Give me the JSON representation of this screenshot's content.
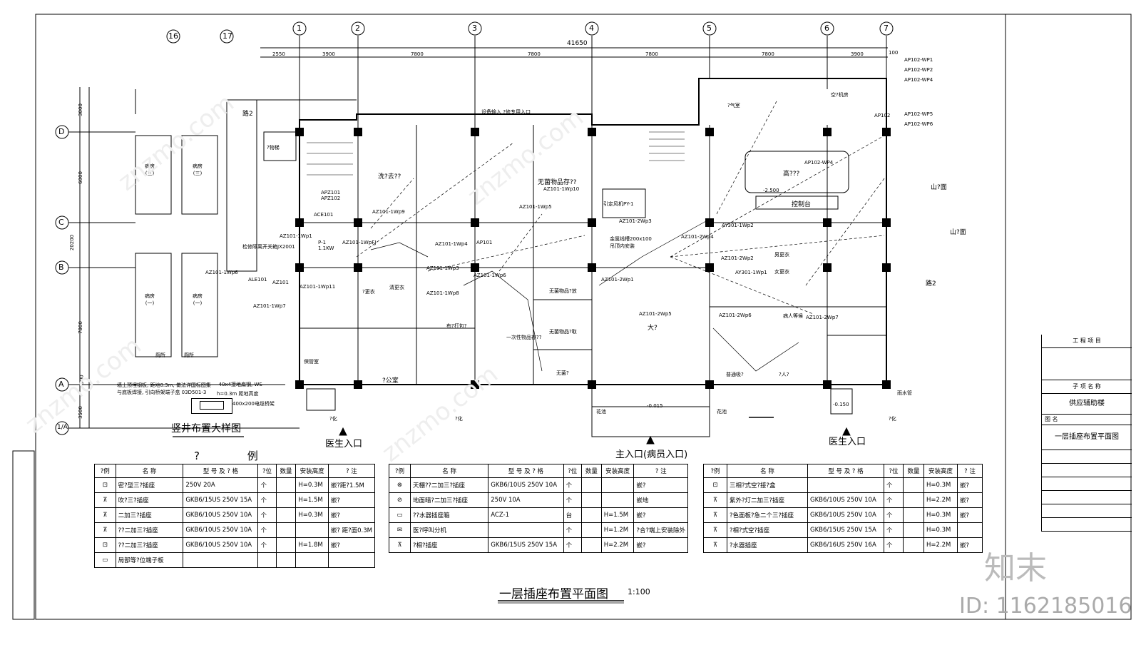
{
  "axes": {
    "top": [
      "16",
      "17",
      "1",
      "2",
      "3",
      "4",
      "5",
      "6",
      "7"
    ],
    "left": [
      "D",
      "C",
      "B",
      "A",
      "1/A"
    ]
  },
  "dims": {
    "total": "41650",
    "top": [
      "2550",
      "3900",
      "7800",
      "7800",
      "7800",
      "7800",
      "3900"
    ],
    "left": [
      "3000",
      "6000",
      "20200",
      "7800",
      "300",
      "3500"
    ],
    "right_tag": "100"
  },
  "rooms": {
    "ward3a": "病房\n(三)",
    "ward3b": "病房\n(三)",
    "ward1a": "病房\n(一)",
    "ward1b": "病房\n(一)",
    "toilet1": "厕所",
    "toilet2": "厕所",
    "road2_top": "路2",
    "road2_right": "路2",
    "shan_top": "山?面",
    "shan_mid": "山?面",
    "cleaning": "洗?去??",
    "sterile_store": "无菌物品存??",
    "highbay": "高???",
    "control": "控制台",
    "hall": "大?",
    "office": "?公室",
    "oneoff_store": "一次性物品存??",
    "sterile_dispense": "无菌物品?放",
    "sterile_fetch": "无菌物品?取",
    "sterile_room": "无菌?",
    "cloth_pack": "布?打包?",
    "wait": "病人等候",
    "men_change": "男更衣",
    "women_change": "女更衣",
    "normal_suck": "普通吸?",
    "entry": "?人?",
    "aircond": "空?机房",
    "security": "保管室",
    "clean_change": "清更衣",
    "change": "?更衣",
    "shaft": "?物梯",
    "gas": "?气室",
    "road_in": "?化",
    "road_in2": "?化",
    "road_in3": "?化",
    "flower": "花池",
    "flower2": "花池",
    "rain": "雨水管",
    "level1": "-0.015",
    "level2": "-0.150",
    "level3": "-2.500"
  },
  "circuits": {
    "ap1": "AP102-WP1",
    "ap2": "AP102-WP2",
    "ap3": "AP102-WP4",
    "ap4": "AP102-WP5",
    "ap5": "AP102-WP6",
    "ap6": "AP102-WP4",
    "ap7": "AP102",
    "az1": "AZ101-1Wp9",
    "az2": "AZ101-1Wp10",
    "az3": "AZ101-1Wp5",
    "az4": "AZ101-1Wp4",
    "az5": "AZ101-1Wp3",
    "az6": "AZ101-1Wp6",
    "az7": "AZ101-1Wp8",
    "az8": "AZ101-1WpFJ",
    "az9": "AZ101-1Wp1",
    "az10": "AZ101-1Wp6",
    "az11": "AZ101-1Wp7",
    "az12": "AZ101-1Wp11",
    "az13": "AZ101-2Wp3",
    "az14": "AZ101-2Wp1",
    "az15": "AZ101-2Wp5",
    "az16": "AZ101-2Wp4",
    "az17": "AZ101-2Wp2",
    "az18": "AZ101-2Wp6",
    "az19": "AZ101-2Wp7",
    "ay1": "AY301-1Wp2",
    "ay2": "AY301-1Wp1",
    "ace": "ACE101",
    "ale": "ALE101",
    "az101": "AZ101",
    "apz": "APZ101\nAPZ102",
    "jx": "检修隔离开关箱JX2001",
    "ap101": "AP101",
    "py": "引定风机PY-1",
    "tray": "金属线槽200x100\n吊顶内安装",
    "equip": "设备输入 ?修专用入口",
    "p1": "P-1\n1.1KW"
  },
  "shaft_notes": {
    "note1": "墙上预埋钢板, 距地0.3m, 做法详国标图集",
    "note2": "   与底板焊接, 引向桥架端子盒 03D501-3",
    "note3": "-40x4接地扁钢, WS",
    "note4": "h=0.3m 距地高度",
    "note5": "400x200电缆桥架",
    "detail_title": "竖井布置大样图"
  },
  "entrances": {
    "doctor1": "医生入口",
    "main": "主入口(病员入口)",
    "doctor2": "医生入口"
  },
  "legend_title": "?              例",
  "legend_headers": [
    "?例",
    "名    称",
    "型 号 及 ? 格",
    "?位",
    "数量",
    "安装高度",
    "?    注"
  ],
  "legend_rows_1": [
    [
      "⊡",
      "密?型三?插座",
      "250V 20A",
      "个",
      "",
      "H=0.3M",
      "嵌?距?1.5M"
    ],
    [
      "⊼",
      "吹?三?插座",
      "GKB6/15US  250V 15A",
      "个",
      "",
      "H=1.5M",
      "嵌?"
    ],
    [
      "⊼",
      "二加三?插座",
      "GKB6/10US  250V 10A",
      "个",
      "",
      "H=0.3M",
      "嵌?"
    ],
    [
      "⊼",
      "??二加三?插座",
      "GKB6/10US  250V 10A",
      "个",
      "",
      "",
      "嵌? 距?面0.3M"
    ],
    [
      "⊡",
      "??二加三?插座",
      "GKB6/10US  250V 10A",
      "个",
      "",
      "H=1.8M",
      "嵌?"
    ],
    [
      "▭",
      "局部等?位端子板",
      "",
      "",
      "",
      "",
      ""
    ]
  ],
  "legend_rows_2": [
    [
      "⊗",
      "天棚??二加三?插座",
      "GKB6/10US  250V 10A",
      "个",
      "",
      "",
      "嵌?"
    ],
    [
      "⊘",
      "地面暗?二加三?插座",
      "250V 10A",
      "个",
      "",
      "",
      "嵌地"
    ],
    [
      "▭",
      "??水器插座箱",
      "ACZ-1",
      "台",
      "",
      "H=1.5M",
      "嵌?"
    ],
    [
      "✉",
      "医?呼叫分机",
      "",
      "个",
      "",
      "H=1.2M",
      "?合?端上安装除外"
    ],
    [
      "⊼",
      "?相?插座",
      "GKB6/15US  250V 15A",
      "个",
      "",
      "H=2.2M",
      "嵌?"
    ]
  ],
  "legend_rows_3": [
    [
      "⊡",
      "三相?式空?接?盒",
      "",
      "个",
      "",
      "H=0.3M",
      "嵌?"
    ],
    [
      "⊼",
      "紫外?灯二加三?插座",
      "GKB6/10US  250V 10A",
      "个",
      "",
      "H=2.2M",
      "嵌?"
    ],
    [
      "⊼",
      "?色面板?急二个三?插座",
      "GKB6/10US  250V 10A",
      "个",
      "",
      "H=0.3M",
      "嵌?"
    ],
    [
      "⊼",
      "?相?式空?插座",
      "GKB6/15US  250V 15A",
      "个",
      "",
      "H=0.3M",
      ""
    ],
    [
      "⊼",
      "?水器插座",
      "GKB6/16US  250V 16A",
      "个",
      "",
      "H=2.2M",
      "嵌?"
    ]
  ],
  "plan_title": "一层插座布置平面图",
  "plan_scale": "1:100",
  "title_block": {
    "project_label": "工 程 项 目",
    "sub_label": "子 项 名 称",
    "sub_value": "供应辅助楼",
    "drawing_label": "图 名",
    "drawing_value": "一层插座布置平面图"
  },
  "brand": "知末",
  "id_text": "ID: 1162185016",
  "watermark": "znzmo.com"
}
